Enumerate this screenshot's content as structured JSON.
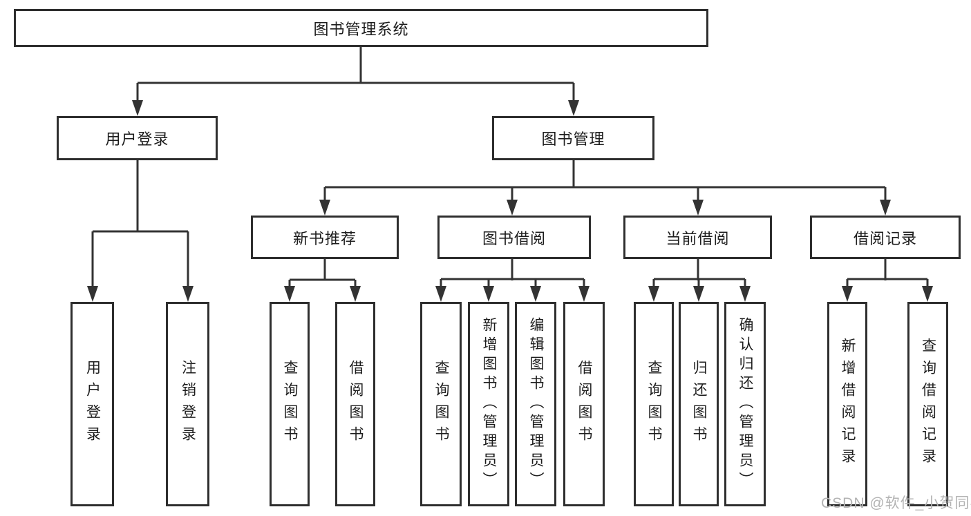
{
  "nodes": {
    "root": {
      "label": "图书管理系统"
    },
    "user_login": {
      "label": "用户登录"
    },
    "book_mgmt": {
      "label": "图书管理"
    },
    "user_login_leaf": {
      "label": "用户登录"
    },
    "logout_leaf": {
      "label": "注销登录"
    },
    "new_book_rec": {
      "label": "新书推荐"
    },
    "book_borrow": {
      "label": "图书借阅"
    },
    "current_borrow": {
      "label": "当前借阅"
    },
    "borrow_record": {
      "label": "借阅记录"
    },
    "query_book_1": {
      "label": "查询图书"
    },
    "borrow_book_1": {
      "label": "借阅图书"
    },
    "query_book_2": {
      "label": "查询图书"
    },
    "add_book": {
      "label": "新增图书（管理员）"
    },
    "edit_book": {
      "label": "编辑图书（管理员）"
    },
    "borrow_book_2": {
      "label": "借阅图书"
    },
    "query_book_3": {
      "label": "查询图书"
    },
    "return_book": {
      "label": "归还图书"
    },
    "confirm_return": {
      "label": "确认归还（管理员）"
    },
    "add_borrow_record": {
      "label": "新增借阅记录"
    },
    "query_borrow_record": {
      "label": "查询借阅记录"
    }
  },
  "hierarchy": {
    "图书管理系统": {
      "用户登录": [
        "用户登录",
        "注销登录"
      ],
      "图书管理": {
        "新书推荐": [
          "查询图书",
          "借阅图书"
        ],
        "图书借阅": [
          "查询图书",
          "新增图书（管理员）",
          "编辑图书（管理员）",
          "借阅图书"
        ],
        "当前借阅": [
          "查询图书",
          "归还图书",
          "确认归还（管理员）"
        ],
        "借阅记录": [
          "新增借阅记录",
          "查询借阅记录"
        ]
      }
    }
  },
  "watermark": "CSDN @软件_小贺同学",
  "colors": {
    "background": "#ffffff",
    "line": "#333333",
    "box_border": "#2e2e2e",
    "text": "#1d1d1d",
    "watermark": "#b3b3b3"
  }
}
